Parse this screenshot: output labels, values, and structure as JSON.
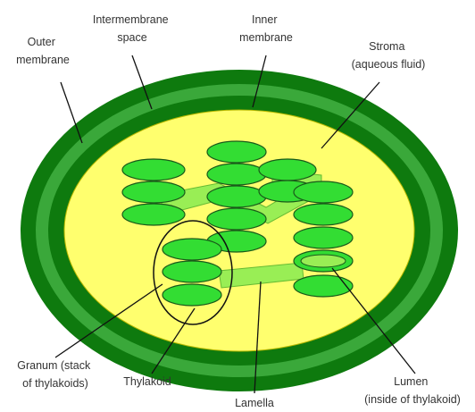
{
  "labels": {
    "outer_membrane": [
      "Outer",
      "membrane"
    ],
    "intermembrane_space": [
      "Intermembrane",
      "space"
    ],
    "inner_membrane": [
      "Inner",
      "membrane"
    ],
    "stroma": [
      "Stroma",
      "(aqueous fluid)"
    ],
    "granum": [
      "Granum (stack",
      "of thylakoids)"
    ],
    "thylakoid": "Thylakoid",
    "lamella": "Lamella",
    "lumen": [
      "Lumen",
      "(inside of thylakoid)"
    ]
  },
  "colors": {
    "outer_membrane": "#0e7a0e",
    "intermembrane_space": "#3aa83a",
    "inner_membrane": "#0e7a0e",
    "stroma": "#ffff6e",
    "thylakoid_fill": "#33dd33",
    "lamella": "#99ee55",
    "outline": "#1a5a1a",
    "leader_line": "#111111"
  }
}
